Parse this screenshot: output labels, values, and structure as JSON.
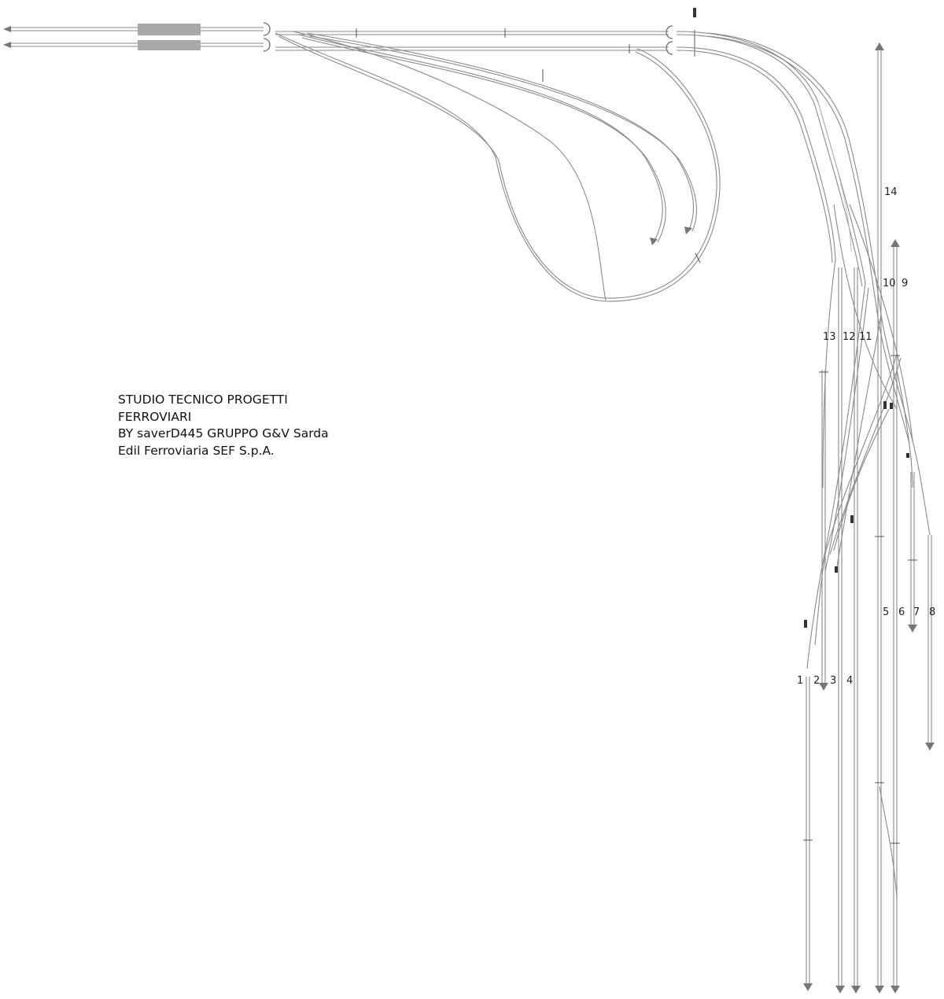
{
  "caption": {
    "line1": "STUDIO TECNICO PROGETTI",
    "line2": "FERROVIARI",
    "line3": "BY saverD445 GRUPPO G&V Sarda",
    "line4": "Edil Ferroviaria SEF S.p.A."
  },
  "tracks": {
    "t1": "1",
    "t2": "2",
    "t3": "3",
    "t4": "4",
    "t5": "5",
    "t6": "6",
    "t7": "7",
    "t8": "8",
    "t9": "9",
    "t10": "10",
    "t11": "11",
    "t12": "12",
    "t13": "13",
    "t14": "14"
  }
}
